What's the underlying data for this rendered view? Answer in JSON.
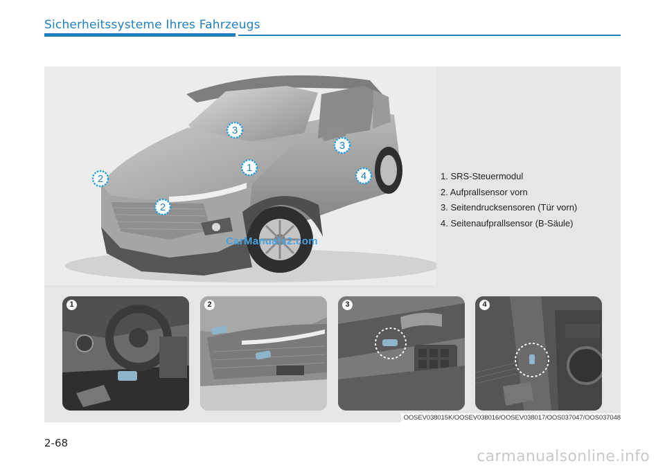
{
  "header": {
    "title": "Sicherheitssysteme Ihres Fahrzeugs"
  },
  "figure": {
    "callouts": [
      "1",
      "2",
      "2",
      "3",
      "3",
      "4"
    ],
    "legend": [
      "1. SRS-Steuermodul",
      "2. Aufprallsensor vorn",
      "3. Seitendrucksensoren (Tür vorn)",
      "4. Seitenaufprallsensor (B-Säule)"
    ],
    "thumbnails": [
      {
        "number": "1",
        "icon": "steering-wheel-interior-icon"
      },
      {
        "number": "2",
        "icon": "front-bumper-sensor-icon"
      },
      {
        "number": "3",
        "icon": "door-panel-sensor-icon"
      },
      {
        "number": "4",
        "icon": "b-pillar-sensor-icon"
      }
    ],
    "watermark": "CarManuals2.com",
    "caption": "OOSEV038015K/OOSEV038016/OOSEV038017/OOS037047/OOS037048"
  },
  "colors": {
    "accent": "#1f7fc0",
    "callout_ring": "#1f9de0",
    "figure_bg": "#e6e6e6"
  },
  "footer": {
    "page_number": "2-68",
    "site_watermark": "carmanualsonline.info"
  }
}
